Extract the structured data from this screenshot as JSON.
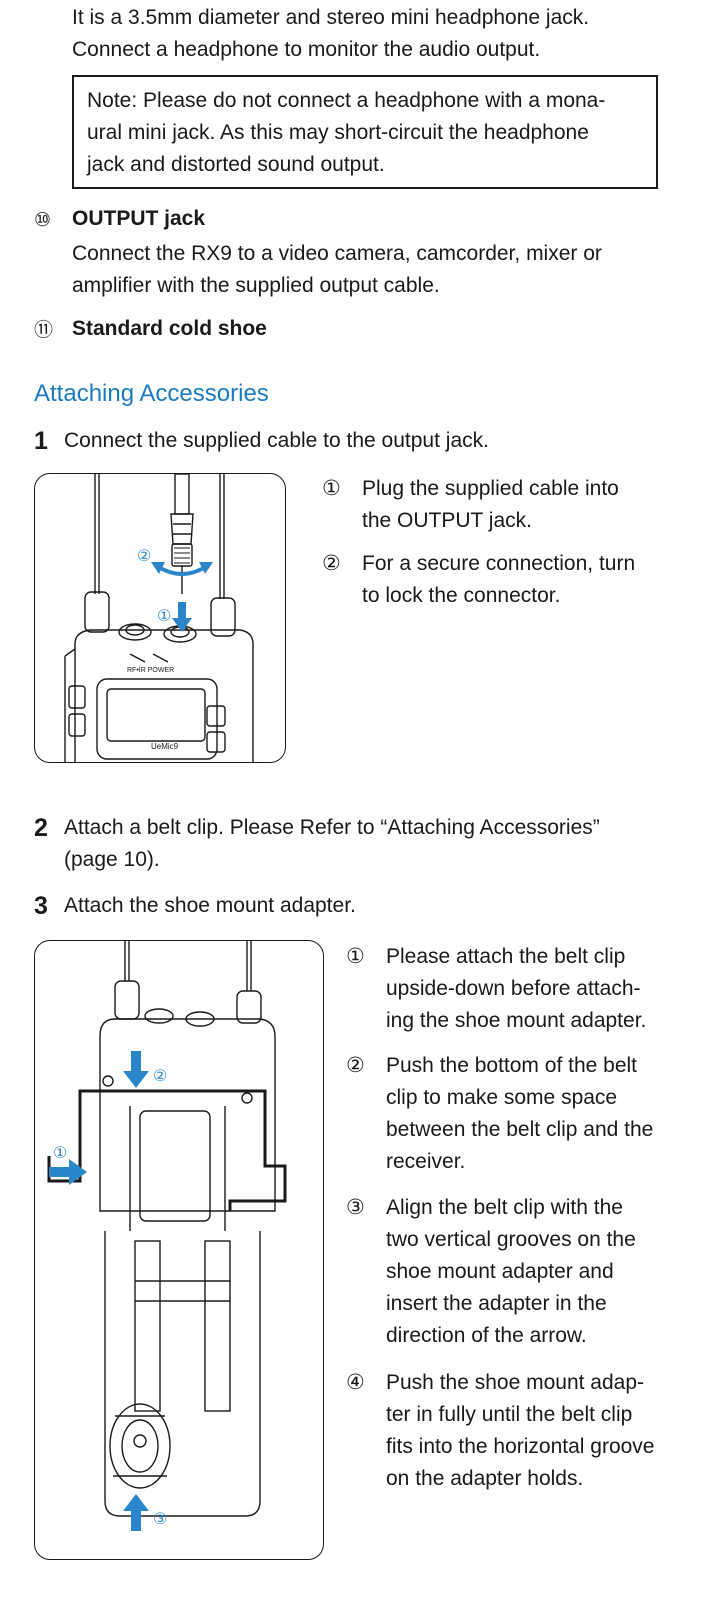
{
  "intro": {
    "line1": "It is a 3.5mm diameter and stereo mini headphone jack.",
    "line2": "Connect a headphone to monitor the audio output."
  },
  "note": {
    "line1": "Note: Please do not connect a headphone with a mona-",
    "line2": "ural mini jack. As this may short-circuit the headphone",
    "line3": "jack and distorted sound output."
  },
  "items": [
    {
      "marker": "⑩",
      "title": "OUTPUT jack",
      "line1": "Connect the RX9  to a video camera, camcorder, mixer or",
      "line2": "amplifier with the supplied output cable."
    },
    {
      "marker": "⑪",
      "title": "Standard cold shoe"
    }
  ],
  "section_title": "Attaching Accessories",
  "step1": {
    "num": "1",
    "text": "Connect the supplied cable to the output jack.",
    "sub": [
      {
        "marker": "①",
        "lines": [
          "Plug the supplied cable into",
          "the OUTPUT jack."
        ]
      },
      {
        "marker": "②",
        "lines": [
          "For a secure connection, turn",
          "to lock the connector."
        ]
      }
    ],
    "figure": {
      "label1": "①",
      "label2": "②",
      "led_label": "RF•IR  POWER",
      "brand": "UeMic9"
    }
  },
  "step2": {
    "num": "2",
    "line1": "Attach a belt clip. Please Refer to “Attaching Accessories”",
    "line2": "(page 10)."
  },
  "step3": {
    "num": "3",
    "text": "Attach the shoe mount adapter.",
    "sub": [
      {
        "marker": "①",
        "lines": [
          "Please attach the belt clip",
          "upside-down before attach-",
          "ing the shoe mount adapter."
        ]
      },
      {
        "marker": "②",
        "lines": [
          "Push the bottom of the belt",
          "clip to make some space",
          "between the belt clip and the",
          "receiver."
        ]
      },
      {
        "marker": "③",
        "lines": [
          "Align the belt clip with the",
          "two vertical grooves on the",
          "shoe mount adapter and",
          "insert the adapter in the",
          "direction of the arrow."
        ]
      },
      {
        "marker": "④",
        "lines": [
          "Push the shoe mount adap-",
          "ter in fully until the belt clip",
          "fits into the horizontal groove",
          "on the adapter holds."
        ]
      }
    ],
    "figure": {
      "label1": "①",
      "label2": "②",
      "label3": "③"
    }
  },
  "colors": {
    "accent": "#1b7bbf",
    "arrow": "#2a86c8",
    "text": "#1a1a1a"
  }
}
